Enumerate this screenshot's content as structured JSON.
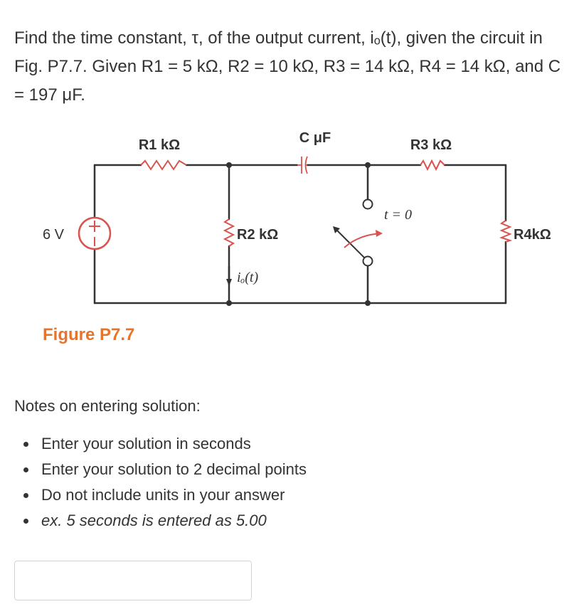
{
  "question": {
    "text": "Find the time constant, τ, of the output current, iₒ(t), given the circuit in Fig. P7.7. Given R1 = 5 kΩ, R2 = 10 kΩ, R3 = 14 kΩ, R4 = 14 kΩ, and C = 197 μF."
  },
  "figure": {
    "caption": "Figure P7.7",
    "caption_color": "#e8742a",
    "accent_color": "#d9534f",
    "labels": {
      "r1": "R1 kΩ",
      "capacitor": "C μF",
      "r3": "R3 kΩ",
      "source": "6 V",
      "r2": "R2 kΩ",
      "r4": "R4kΩ",
      "switch_time": "t = 0",
      "current": "iₒ(t)"
    }
  },
  "notes": {
    "title": "Notes on entering solution:",
    "items": [
      "Enter your solution in seconds",
      "Enter your solution to 2 decimal points",
      "Do not include units in your answer",
      "ex. 5 seconds is entered as 5.00"
    ]
  },
  "answer_input": {
    "value": "",
    "placeholder": ""
  }
}
